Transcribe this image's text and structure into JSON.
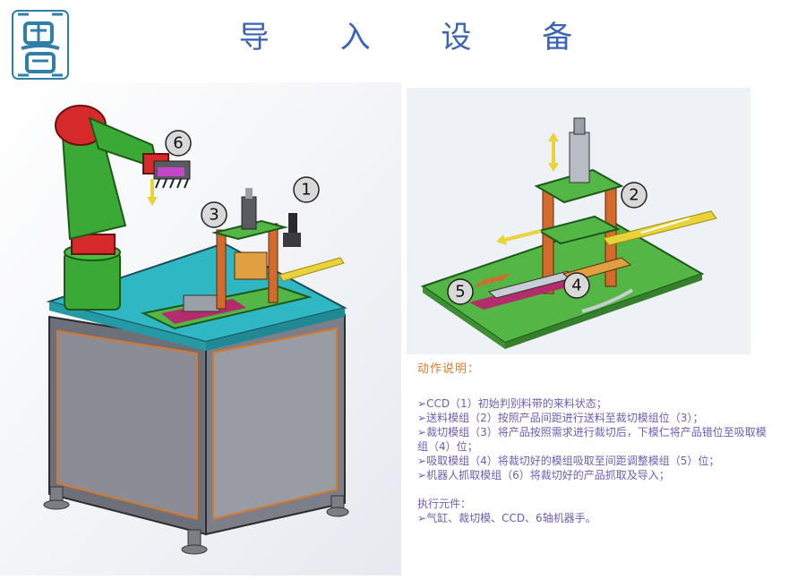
{
  "title": "导 入 设 备",
  "logo": {
    "icon": "company-logo-icon"
  },
  "colors": {
    "title": "#3b64b4",
    "heading": "#e07a22",
    "body_text": "#6b5fb3",
    "robot_green": "#3aa935",
    "robot_red": "#d62a2a",
    "table_top": "#2fb8c4",
    "cabinet_panel": "#8c8c96",
    "plate_green": "#53b645",
    "frame_orange": "#d46a2c"
  },
  "left_figure": {
    "callouts": [
      "6",
      "3",
      "1"
    ]
  },
  "right_figure": {
    "callouts": [
      "2",
      "5",
      "4"
    ]
  },
  "description": {
    "heading": "动作说明：",
    "bullet_glyph": "➢",
    "items": [
      "CCD（1）初始判别料带的来料状态；",
      "送料模组（2）按照产品间距进行送料至裁切模组位（3）；",
      "裁切模组（3）将产品按照需求进行裁切后，下模仁将产品错位至吸取模组（4）位；",
      "吸取模组（4）将裁切好的模组吸取至间距调整模组（5）位；",
      "机器人抓取模组（6）将裁切好的产品抓取及导入；"
    ],
    "components_heading": "执行元件：",
    "components": "气缸、裁切模、CCD、6轴机器手。"
  }
}
